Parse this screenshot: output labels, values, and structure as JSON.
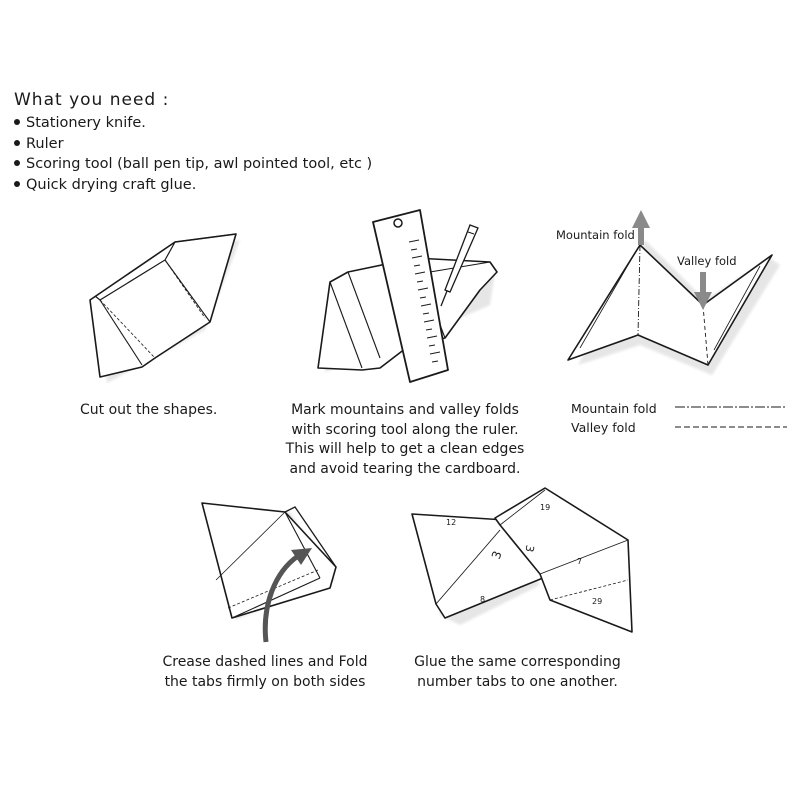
{
  "header": {
    "title": "What you need :",
    "items": [
      "Stationery knife.",
      "Ruler",
      "Scoring tool (ball pen tip, awl pointed tool, etc )",
      "Quick drying craft glue."
    ]
  },
  "steps": {
    "cut": {
      "line1": "Cut out the shapes."
    },
    "mark": {
      "line1": "Mark mountains and valley folds",
      "line2": "with scoring tool along the ruler.",
      "line3": "This will help to get a clean edges",
      "line4": "and avoid tearing the cardboard."
    },
    "fold": {
      "mountain_label": "Mountain fold",
      "valley_label": "Valley fold",
      "legend_mountain": "Mountain fold",
      "legend_valley": "Valley fold"
    },
    "crease": {
      "line1": "Crease dashed lines and Fold",
      "line2": "the tabs firmly on both sides"
    },
    "glue": {
      "line1": "Glue the same corresponding",
      "line2": "number  tabs to one another.",
      "tab_numbers": [
        "12",
        "3",
        "8",
        "19",
        "3",
        "7",
        "29"
      ]
    }
  },
  "colors": {
    "outline": "#1a1a1a",
    "arrow": "#8a8a8a",
    "curve_arrow": "#555555",
    "shadow": "#e6e6e6"
  }
}
